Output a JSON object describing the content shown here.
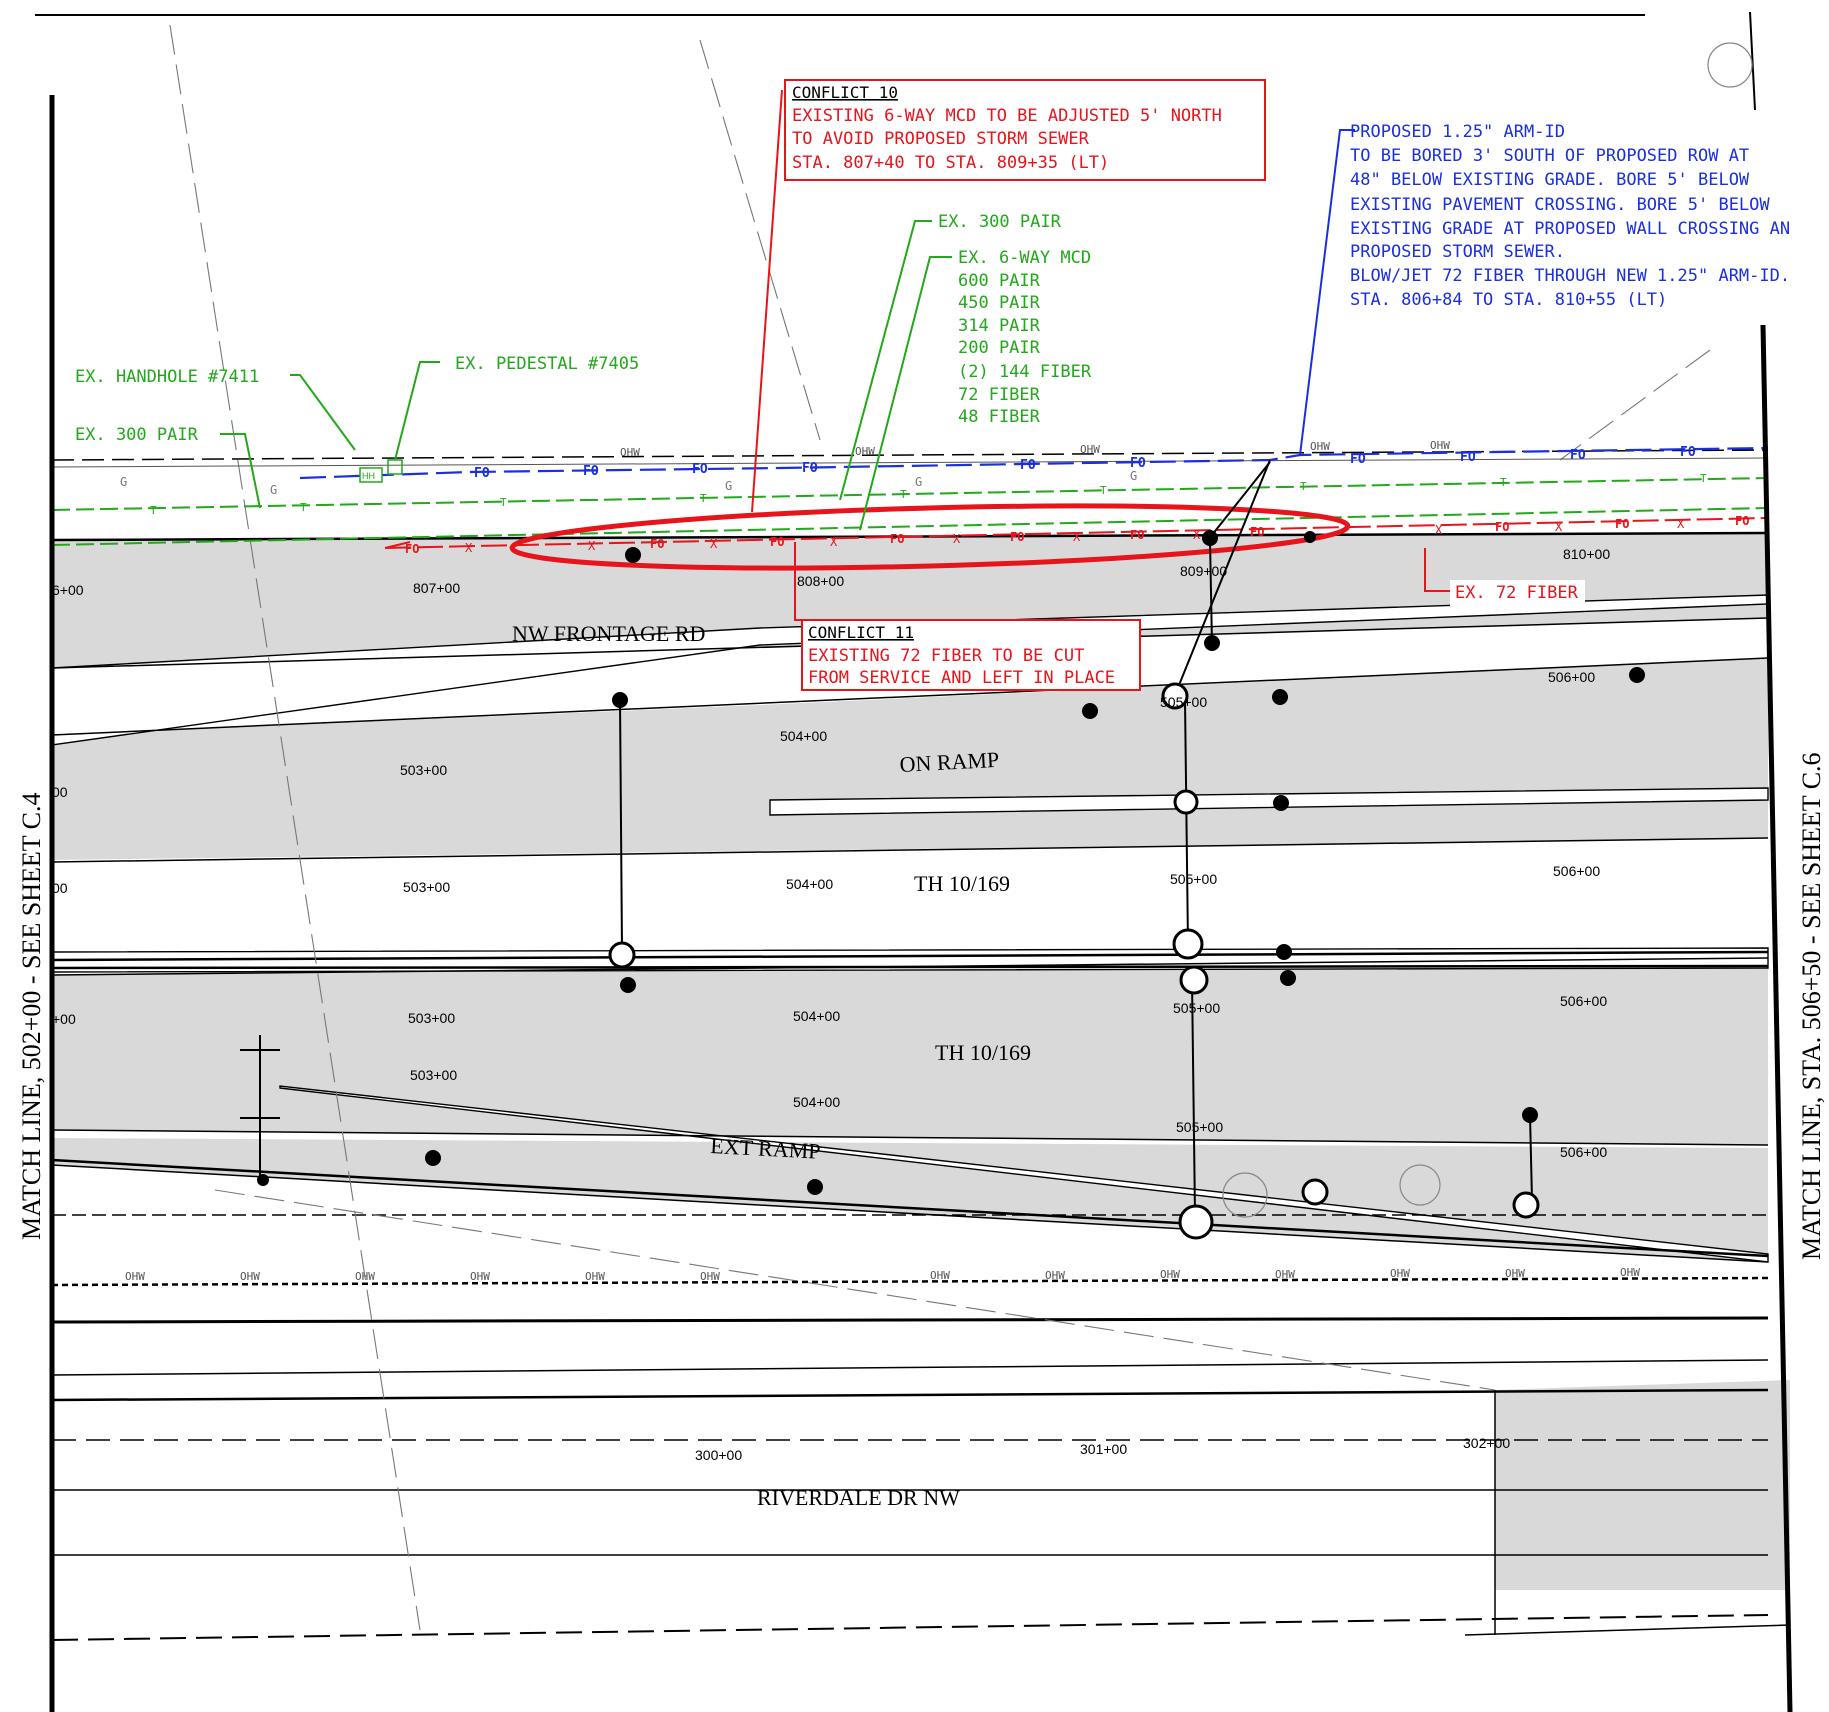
{
  "conflict10": {
    "title": "CONFLICT 10",
    "lines": [
      "EXISTING 6-WAY MCD TO BE ADJUSTED 5' NORTH",
      "TO AVOID PROPOSED STORM SEWER",
      "STA. 807+40 TO STA. 809+35 (LT)"
    ]
  },
  "conflict11": {
    "title": "CONFLICT 11",
    "lines": [
      "EXISTING 72 FIBER TO BE CUT",
      "FROM SERVICE AND LEFT IN PLACE"
    ]
  },
  "proposed": {
    "lines": [
      "PROPOSED 1.25\" ARM-ID",
      "TO BE BORED 3' SOUTH OF PROPOSED ROW AT",
      "48\" BELOW EXISTING GRADE. BORE 5' BELOW",
      "EXISTING PAVEMENT CROSSING. BORE 5' BELOW",
      "EXISTING GRADE AT PROPOSED WALL CROSSING AN",
      "PROPOSED STORM SEWER.",
      "BLOW/JET 72 FIBER THROUGH NEW 1.25\" ARM-ID.",
      "STA. 806+84 TO STA. 810+55 (LT)"
    ]
  },
  "green_labels": {
    "ex300_top": "EX. 300 PAIR",
    "mcd_title": "EX. 6-WAY MCD",
    "mcd_items": [
      "600 PAIR",
      "450 PAIR",
      "314 PAIR",
      "200 PAIR",
      "(2) 144 FIBER",
      "72 FIBER",
      "48 FIBER"
    ],
    "handhole": "EX. HANDHOLE #7411",
    "pedestal": "EX. PEDESTAL #7405",
    "ex300_left": "EX. 300 PAIR"
  },
  "red_labels": {
    "ex72": "EX. 72 FIBER"
  },
  "roads": {
    "frontage": "NW FRONTAGE RD",
    "onramp": "ON RAMP",
    "th_upper": "TH 10/169",
    "th_lower": "TH 10/169",
    "extramp": "EXT RAMP",
    "riverdale": "RIVERDALE DR NW"
  },
  "stations": {
    "s806": "6+00",
    "s807": "807+00",
    "s808": "808+00",
    "s809": "809+00",
    "s810": "810+00",
    "on503": "503+00",
    "on504": "504+00",
    "on505": "505+00",
    "on506": "506+00",
    "on502": "00",
    "th503": "503+00",
    "th504": "504+00",
    "th505": "505+00",
    "th506": "506+00",
    "th502": "00",
    "tb503": "503+00",
    "tb504": "504+00",
    "tb505": "505+00",
    "tb506": "506+00",
    "tb502": "+00",
    "ex503": "503+00",
    "ex504": "504+00",
    "ex505": "505+00",
    "ex506": "506+00",
    "r300": "300+00",
    "r301": "301+00",
    "r302": "302+00"
  },
  "match_left": "MATCH LINE, 502+00 - SEE SHEET C.4",
  "match_right": "MATCH LINE, STA. 506+50 - SEE SHEET C.6",
  "utility_marks": {
    "fo": "FO",
    "ohw": "OHW",
    "g": "G",
    "t": "T",
    "x": "X",
    "hh": "HH"
  },
  "colors": {
    "red": "#e8141b",
    "green": "#22a81a",
    "blue": "#1a2fe0",
    "pavement": "#d9d9d9"
  }
}
